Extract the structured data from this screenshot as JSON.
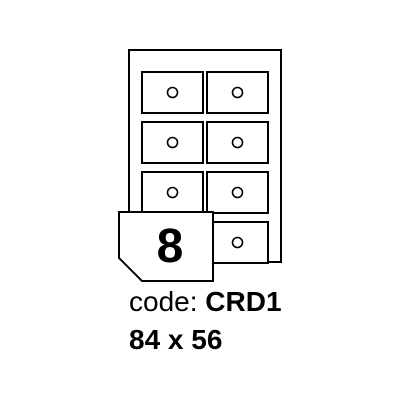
{
  "sheet": {
    "label_count": "8",
    "columns": 2,
    "rows": 4,
    "stroke_color": "#000000",
    "background_color": "#ffffff"
  },
  "caption": {
    "code_prefix": "code:",
    "code_value": "CRD1",
    "dimensions": "84 x 56"
  }
}
